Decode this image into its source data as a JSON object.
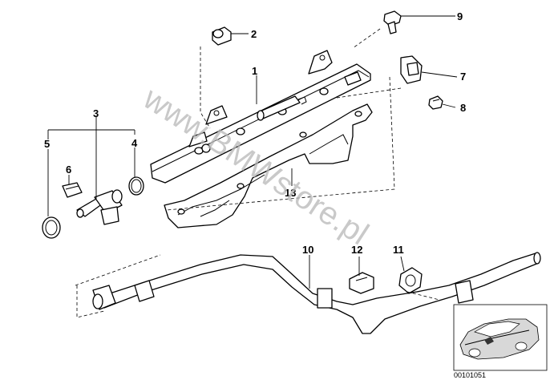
{
  "callouts": {
    "c1": "1",
    "c2": "2",
    "c3": "3",
    "c4": "4",
    "c5": "5",
    "c6": "6",
    "c7": "7",
    "c8": "8",
    "c9": "9",
    "c10": "10",
    "c11": "11",
    "c12": "12",
    "c13": "13"
  },
  "watermark": "www.BMWstore.pl",
  "inset_code": "00101051"
}
